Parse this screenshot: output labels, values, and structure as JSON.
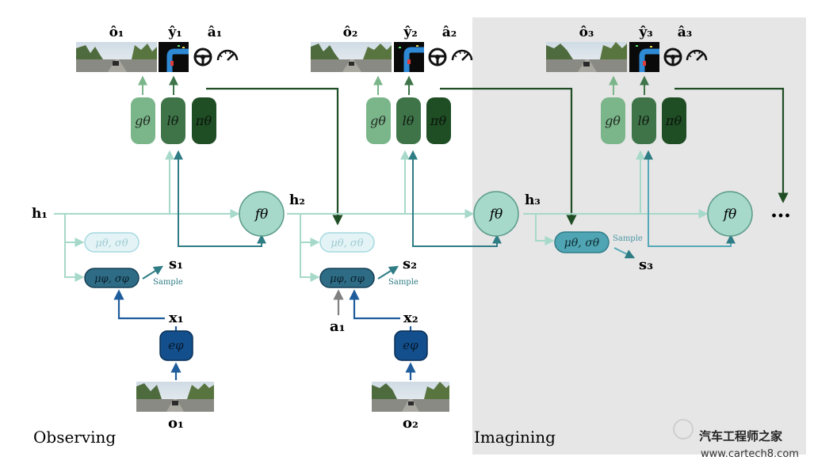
{
  "regions": {
    "observing_label": "Observing",
    "imagining_label": "Imagining"
  },
  "steps": [
    {
      "obs_hat": "ô₁",
      "y_hat": "ŷ₁",
      "a_hat": "â₁",
      "g": "gθ",
      "l": "lθ",
      "pi": "πθ",
      "h": "h₁",
      "f": "fθ",
      "prior": "μθ, σθ",
      "posterior": "μφ, σφ",
      "s": "s₁",
      "sample": "Sample",
      "x": "x₁",
      "encoder": "eφ",
      "obs": "o₁"
    },
    {
      "obs_hat": "ô₂",
      "y_hat": "ŷ₂",
      "a_hat": "â₂",
      "g": "gθ",
      "l": "lθ",
      "pi": "πθ",
      "h": "h₂",
      "f": "fθ",
      "prior": "μθ, σθ",
      "posterior": "μφ, σφ",
      "s": "s₂",
      "sample": "Sample",
      "x": "x₂",
      "encoder": "eφ",
      "obs": "o₂",
      "action": "a₁"
    },
    {
      "obs_hat": "ô₃",
      "y_hat": "ŷ₃",
      "a_hat": "â₃",
      "g": "gθ",
      "l": "lθ",
      "pi": "πθ",
      "h": "h₃",
      "f": "fθ",
      "prior": "μθ, σθ",
      "s": "s₃",
      "sample": "Sample"
    }
  ],
  "ellipsis": "…",
  "watermark": {
    "brand": "汽车工程师之家",
    "url": "www.cartech8.com"
  },
  "colors": {
    "light_green": "#7bb58a",
    "mid_green": "#3f7449",
    "dark_green": "#1f4d24",
    "mint": "#a6d9c9",
    "teal": "#3b8a98",
    "blue": "#1f5c9c",
    "dark_blue": "#134f8c",
    "pale_cyan": "#d8f0f4",
    "imagining_bg": "#e6e6e6"
  },
  "icons": [
    "camera-image-icon",
    "bev-map-icon",
    "steering-wheel-icon",
    "speedometer-icon"
  ]
}
